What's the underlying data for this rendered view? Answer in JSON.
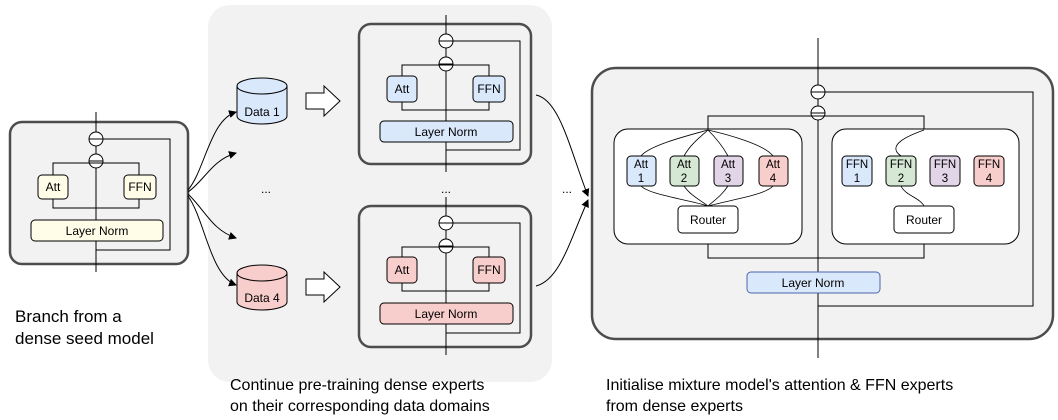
{
  "seed": {
    "att_label": "Att",
    "ffn_label": "FFN",
    "norm_label": "Layer Norm",
    "caption_line1": "Branch from a",
    "caption_line2": "dense seed model"
  },
  "branches": {
    "top_data_label": "Data 1",
    "bottom_data_label": "Data 4",
    "left_ellipsis": "...",
    "mid_ellipsis": "...",
    "right_ellipsis": "...",
    "top_att_label": "Att",
    "top_ffn_label": "FFN",
    "top_norm_label": "Layer Norm",
    "bottom_att_label": "Att",
    "bottom_ffn_label": "FFN",
    "bottom_norm_label": "Layer Norm",
    "caption_line1": "Continue pre-training dense experts",
    "caption_line2": "on their corresponding data domains"
  },
  "moe": {
    "att_experts": [
      {
        "name": "Att",
        "num": "1"
      },
      {
        "name": "Att",
        "num": "2"
      },
      {
        "name": "Att",
        "num": "3"
      },
      {
        "name": "Att",
        "num": "4"
      }
    ],
    "ffn_experts": [
      {
        "name": "FFN",
        "num": "1"
      },
      {
        "name": "FFN",
        "num": "2"
      },
      {
        "name": "FFN",
        "num": "3"
      },
      {
        "name": "FFN",
        "num": "4"
      }
    ],
    "att_router_label": "Router",
    "ffn_router_label": "Router",
    "norm_label": "Layer Norm",
    "caption_line1": "Initialise mixture model's attention & FFN experts",
    "caption_line2": "from dense experts"
  },
  "colors": {
    "expert1": "#dae8fc",
    "expert2": "#d5e8d4",
    "expert3": "#e1d5e7",
    "expert4": "#f8cecc",
    "seed_fill": "#fffde7",
    "panel_bg": "#f2f2f2",
    "block_bg": "#ffffff",
    "outline": "#4d4d4d"
  }
}
